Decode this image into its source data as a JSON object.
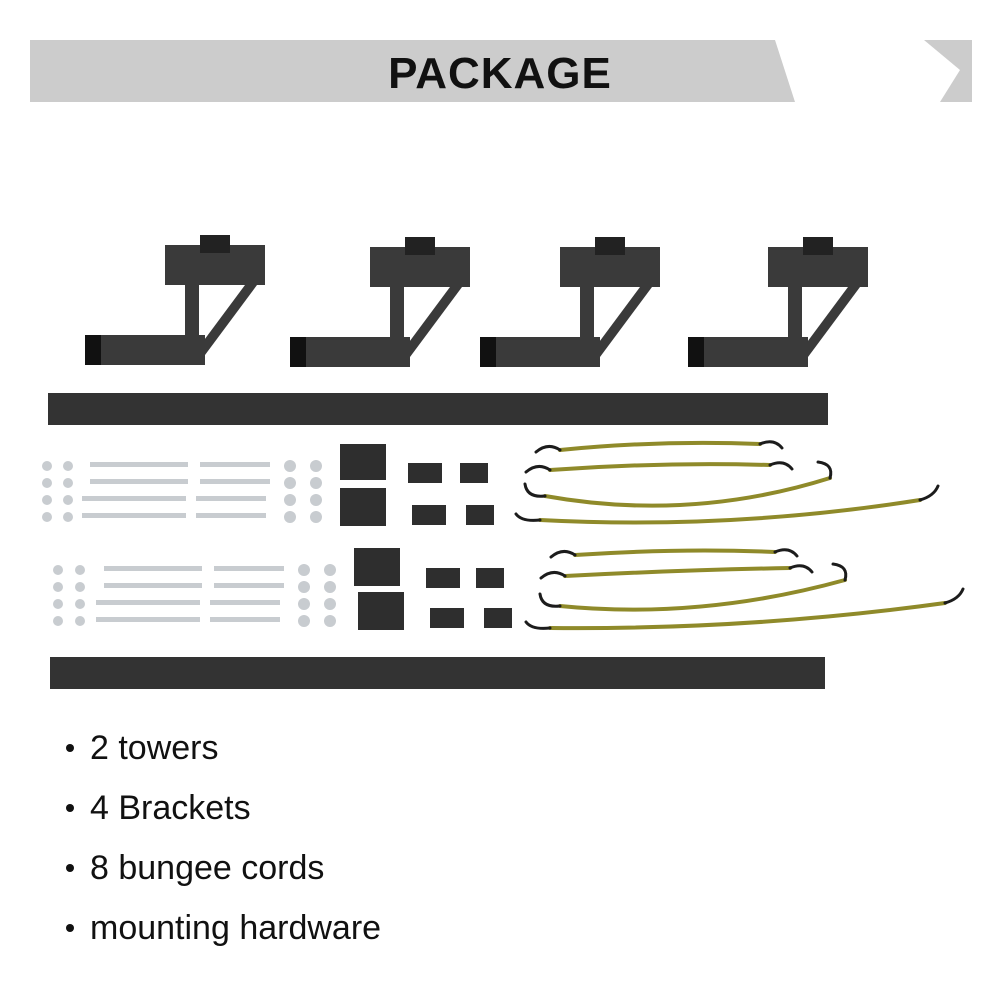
{
  "banner": {
    "title": "PACKAGE",
    "color": "#cccccc"
  },
  "package_contents": [
    {
      "label": "2 towers"
    },
    {
      "label": "4 Brackets"
    },
    {
      "label": "8 bungee cords"
    },
    {
      "label": "mounting hardware"
    }
  ],
  "colors": {
    "metal": "#3a3a3a",
    "metal_dark": "#222222",
    "hardware": "#c8ccd0",
    "cord": "#8f8a2a",
    "hook": "#1c1c1c"
  }
}
